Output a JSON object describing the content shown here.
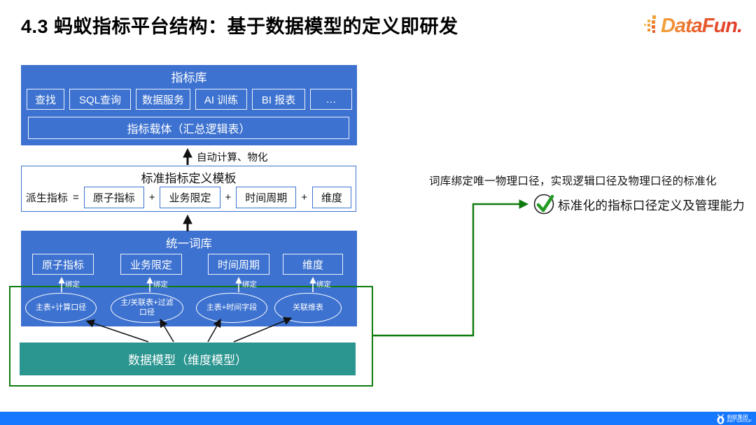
{
  "slide": {
    "title": "4.3 蚂蚁指标平台结构：基于数据模型的定义即研发",
    "brand": "DataFun.",
    "footer": {
      "org_cn": "蚂蚁集团",
      "org_en": "ANT GROUP"
    }
  },
  "colors": {
    "box_blue": "#3D72D0",
    "teal": "#2B9590",
    "green": "#0F7B0F",
    "footer_blue": "#1677FF",
    "brand_gradient_start": "#F2A63B",
    "brand_gradient_end": "#DE3A2C"
  },
  "diagram": {
    "metric_store": {
      "title": "指标库",
      "buttons": [
        "查找",
        "SQL查询",
        "数据服务",
        "AI 训练",
        "BI 报表",
        "…"
      ],
      "carrier": "指标载体（汇总逻辑表）"
    },
    "auto_label": "自动计算、物化",
    "template": {
      "title": "标准指标定义模板",
      "lhs": "派生指标",
      "eq": "=",
      "plus": "+",
      "terms": [
        "原子指标",
        "业务限定",
        "时间周期",
        "维度"
      ]
    },
    "thesaurus": {
      "title": "统一词库",
      "words": [
        "原子指标",
        "业务限定",
        "时间周期",
        "维度"
      ],
      "bind": "绑定",
      "sources": [
        "主表+计算口径",
        "主/关联表+过滤口径",
        "主表+时间字段",
        "关联维表"
      ]
    },
    "data_model": "数据模型（维度模型）"
  },
  "annotations": {
    "note": "词库绑定唯一物理口径，实现逻辑口径及物理口径的标准化",
    "capability": "标准化的指标口径定义及管理能力"
  }
}
